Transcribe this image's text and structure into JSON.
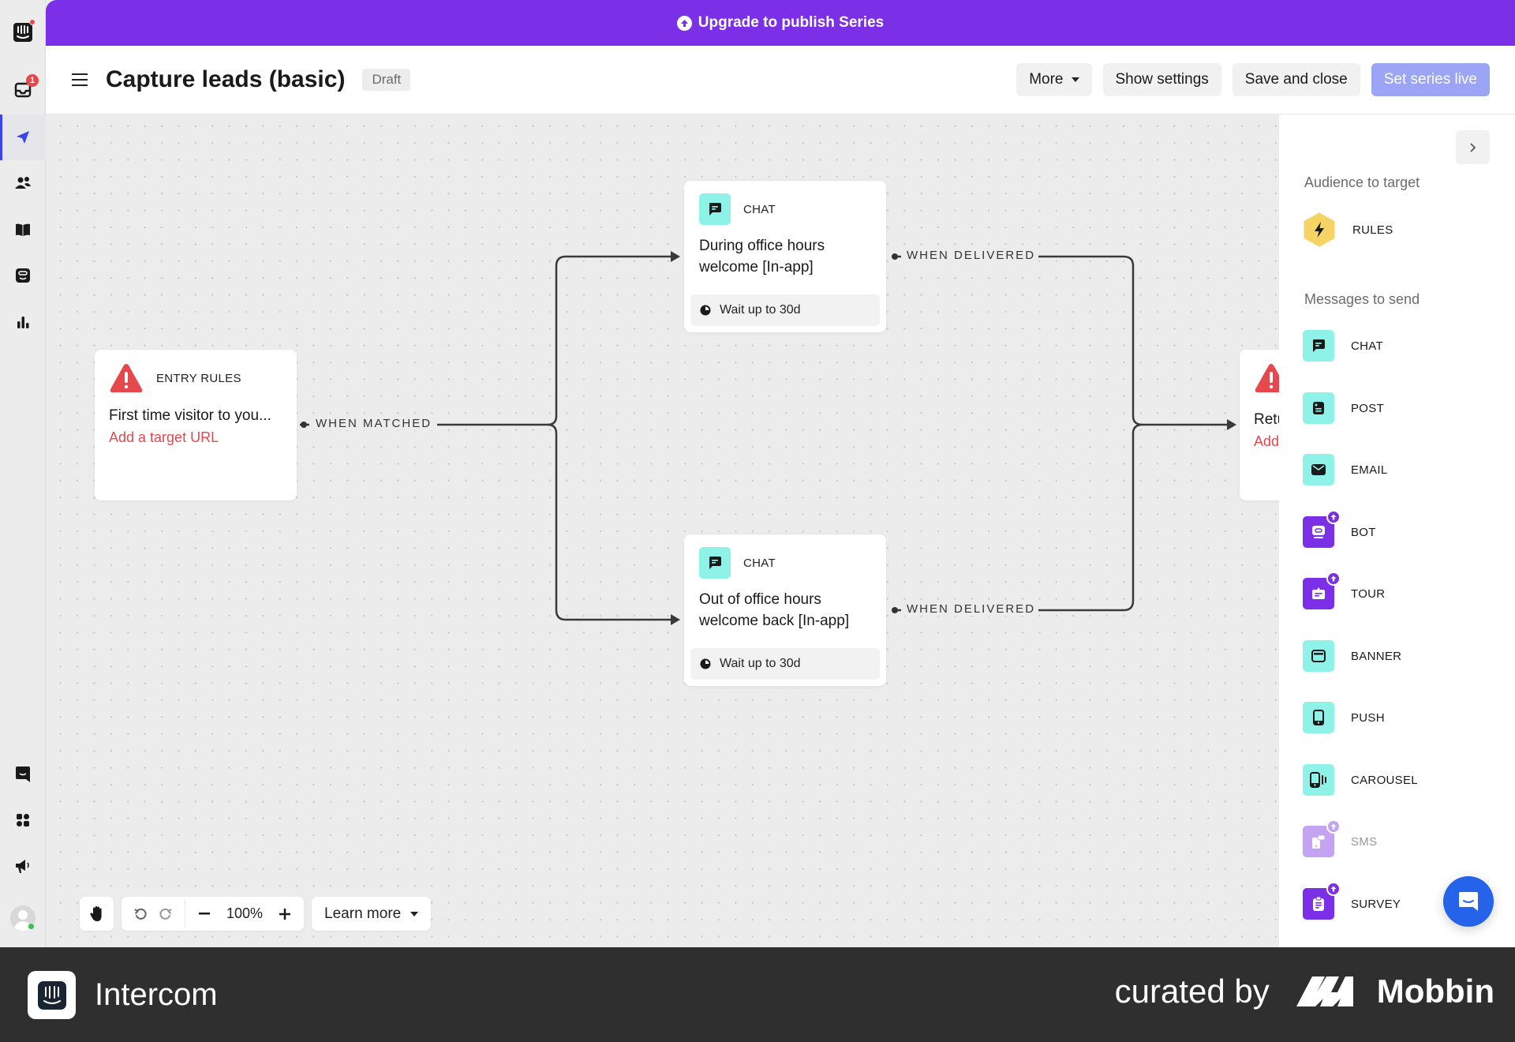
{
  "app": "Intercom",
  "leftnav": {
    "items": [
      {
        "name": "intercom-logo",
        "icon": "intercom-logo-icon",
        "dot": true
      },
      {
        "name": "inbox",
        "icon": "inbox-icon",
        "badge": "1"
      },
      {
        "name": "outbound",
        "icon": "paper-plane-icon",
        "active": true
      },
      {
        "name": "contacts",
        "icon": "people-icon"
      },
      {
        "name": "articles",
        "icon": "book-icon"
      },
      {
        "name": "messenger",
        "icon": "messenger-icon"
      },
      {
        "name": "reports",
        "icon": "bar-chart-icon"
      },
      {
        "name": "conversations",
        "icon": "chat-bubble-icon"
      },
      {
        "name": "apps",
        "icon": "apps-grid-icon"
      },
      {
        "name": "announcements",
        "icon": "megaphone-icon"
      },
      {
        "name": "profile",
        "icon": "avatar-icon"
      }
    ]
  },
  "banner": {
    "text": "Upgrade to publish Series",
    "color": "#7b2fe6"
  },
  "header": {
    "title": "Capture leads (basic)",
    "status": "Draft",
    "buttons": {
      "more": "More",
      "show_settings": "Show settings",
      "save_close": "Save and close",
      "set_live": "Set series live"
    }
  },
  "canvas": {
    "entry": {
      "type": "ENTRY RULES",
      "title": "First time visitor to you...",
      "link": "Add a target URL"
    },
    "edge_matched": "WHEN MATCHED",
    "chat_top": {
      "type": "CHAT",
      "title_line1": "During office hours",
      "title_line2": "welcome [In-app]",
      "wait": "Wait up to 30d"
    },
    "chat_bottom": {
      "type": "CHAT",
      "title_line1": "Out of office hours",
      "title_line2": "welcome back [In-app]",
      "wait": "Wait up to 30d"
    },
    "edge_delivered_top": "WHEN DELIVERED",
    "edge_delivered_bottom": "WHEN DELIVERED",
    "right_card": {
      "title": "Retu",
      "link": "Add"
    },
    "toolbar": {
      "zoom": "100%",
      "learn_more": "Learn more"
    }
  },
  "panel": {
    "audience_heading": "Audience to target",
    "audience_items": [
      {
        "label": "RULES",
        "icon": "lightning-icon"
      }
    ],
    "messages_heading": "Messages to send",
    "message_items": [
      {
        "label": "CHAT",
        "icon": "chat-icon"
      },
      {
        "label": "POST",
        "icon": "post-icon"
      },
      {
        "label": "EMAIL",
        "icon": "email-icon"
      },
      {
        "label": "BOT",
        "icon": "bot-icon",
        "upgrade": true
      },
      {
        "label": "TOUR",
        "icon": "tour-icon",
        "upgrade": true
      },
      {
        "label": "BANNER",
        "icon": "banner-icon"
      },
      {
        "label": "PUSH",
        "icon": "push-icon"
      },
      {
        "label": "CAROUSEL",
        "icon": "carousel-icon"
      },
      {
        "label": "SMS",
        "icon": "sms-icon",
        "upgrade": true,
        "disabled": true
      },
      {
        "label": "SURVEY",
        "icon": "survey-icon",
        "upgrade": true
      }
    ]
  },
  "footer": {
    "brand": "Intercom",
    "curated_by": "curated by",
    "curator": "Mobbin"
  }
}
